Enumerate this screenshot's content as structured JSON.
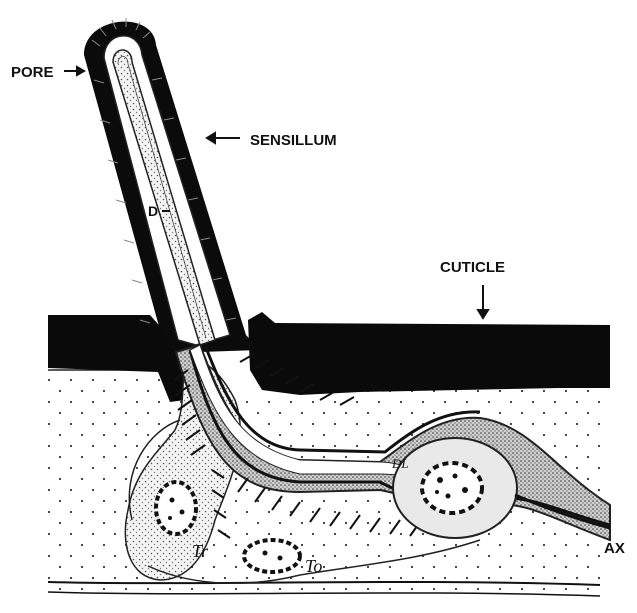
{
  "labels": {
    "pore": "PORE",
    "sensillum": "SENSILLUM",
    "d": "D",
    "cuticle": "CUTICLE",
    "dl": "DL",
    "ax": "AX",
    "tr": "Tr",
    "to": "To"
  }
}
